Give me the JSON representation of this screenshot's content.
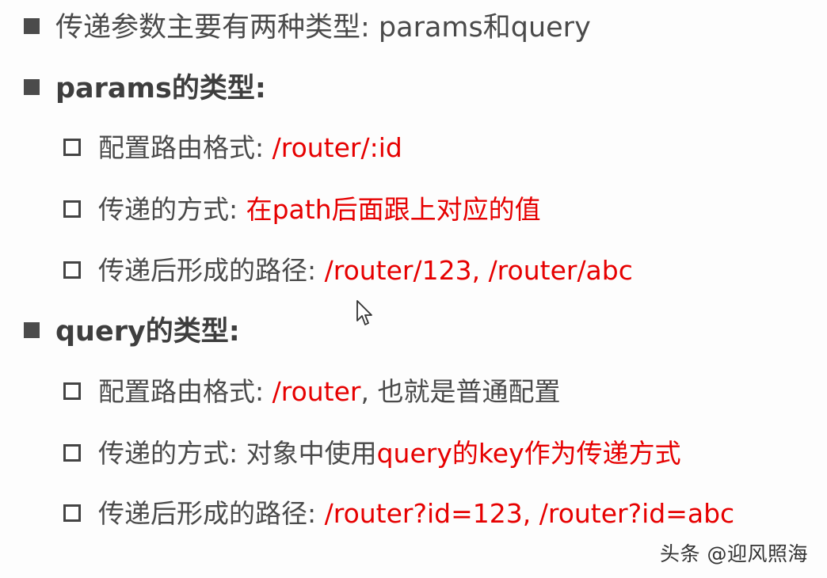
{
  "title_line": {
    "text": "传递参数主要有两种类型: params和query"
  },
  "params_section": {
    "heading": "params的类型:",
    "items": [
      {
        "label": "配置路由格式: ",
        "value": "/router/:id",
        "suffix": ""
      },
      {
        "label": "传递的方式: ",
        "value": "在path后面跟上对应的值",
        "suffix": ""
      },
      {
        "label": "传递后形成的路径: ",
        "value": "/router/123, /router/abc",
        "suffix": ""
      }
    ]
  },
  "query_section": {
    "heading": "query的类型:",
    "items": [
      {
        "label": "配置路由格式: ",
        "value": "/router",
        "suffix": ", 也就是普通配置"
      },
      {
        "label": "传递的方式: 对象中使用",
        "value": "query的key作为传递方式",
        "suffix": ""
      },
      {
        "label": "传递后形成的路径: ",
        "value": "/router?id=123, /router?id=abc",
        "suffix": ""
      }
    ]
  },
  "watermark": {
    "text": "头条 @迎风照海"
  },
  "colors": {
    "accent_red": "#e60000",
    "text_gray": "#4a4a4a"
  },
  "icons": {
    "level1_bullet": "filled-square-icon",
    "level2_bullet": "hollow-square-icon",
    "pointer": "mouse-cursor-icon"
  }
}
